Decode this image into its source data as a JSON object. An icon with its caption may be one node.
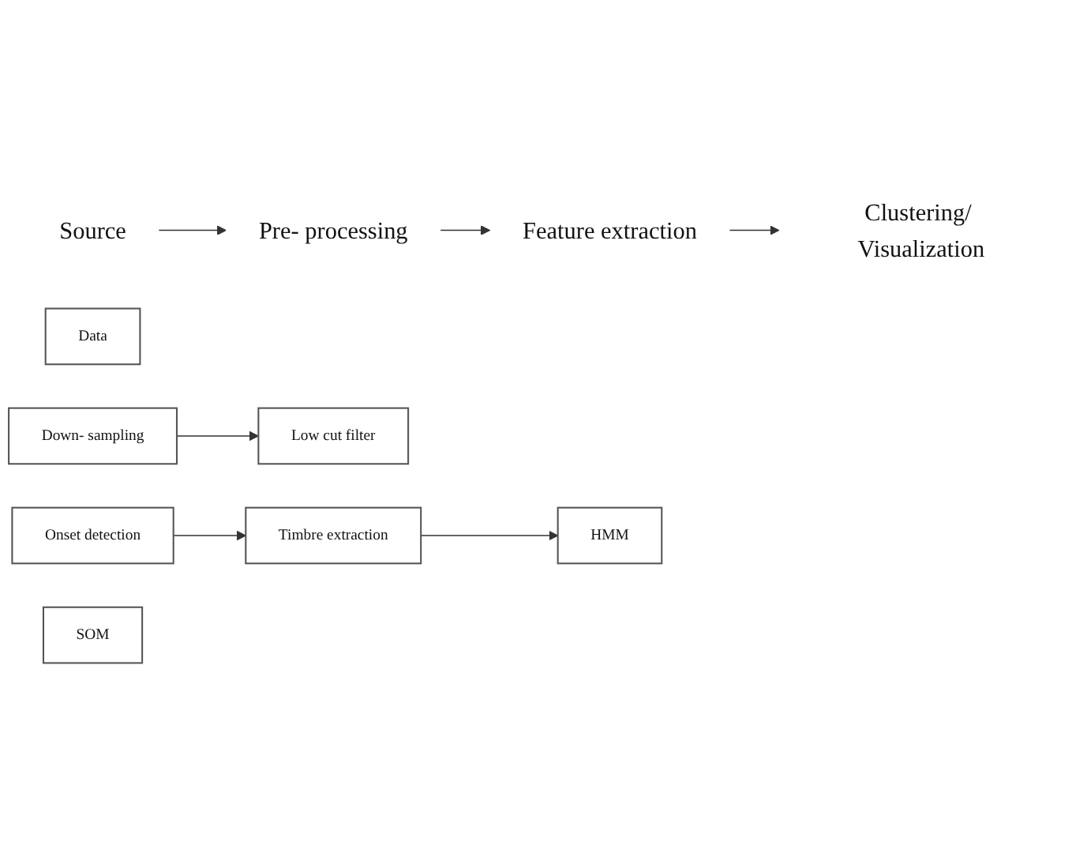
{
  "diagram": {
    "nodes": [
      {
        "text": [
          "Source"
        ]
      },
      {
        "text": [
          "Data"
        ]
      },
      {
        "text": [
          "Pre- processing"
        ]
      },
      {
        "text": [
          "Down- sampling"
        ]
      },
      {
        "text": [
          "Low cut filter"
        ]
      },
      {
        "text": [
          "Feature extraction"
        ]
      },
      {
        "text": [
          "Onset detection"
        ]
      },
      {
        "text": [
          "Timbre extraction"
        ]
      },
      {
        "text": [
          "HMM"
        ]
      },
      {
        "text": [
          "Clustering/ Visualization"
        ]
      },
      {
        "text": [
          "SOM"
        ]
      }
    ],
    "edges": [
      {
        "from": 0,
        "to": 2,
        "arrow": "to"
      },
      {
        "from": 2,
        "to": 5,
        "arrow": "to"
      },
      {
        "from": 5,
        "to": 9,
        "arrow": "to"
      },
      {
        "from": 3,
        "to": 4,
        "arrow": "to"
      },
      {
        "from": 6,
        "to": 7,
        "arrow": "to"
      },
      {
        "from": 7,
        "to": 8,
        "arrow": "to"
      }
    ]
  }
}
